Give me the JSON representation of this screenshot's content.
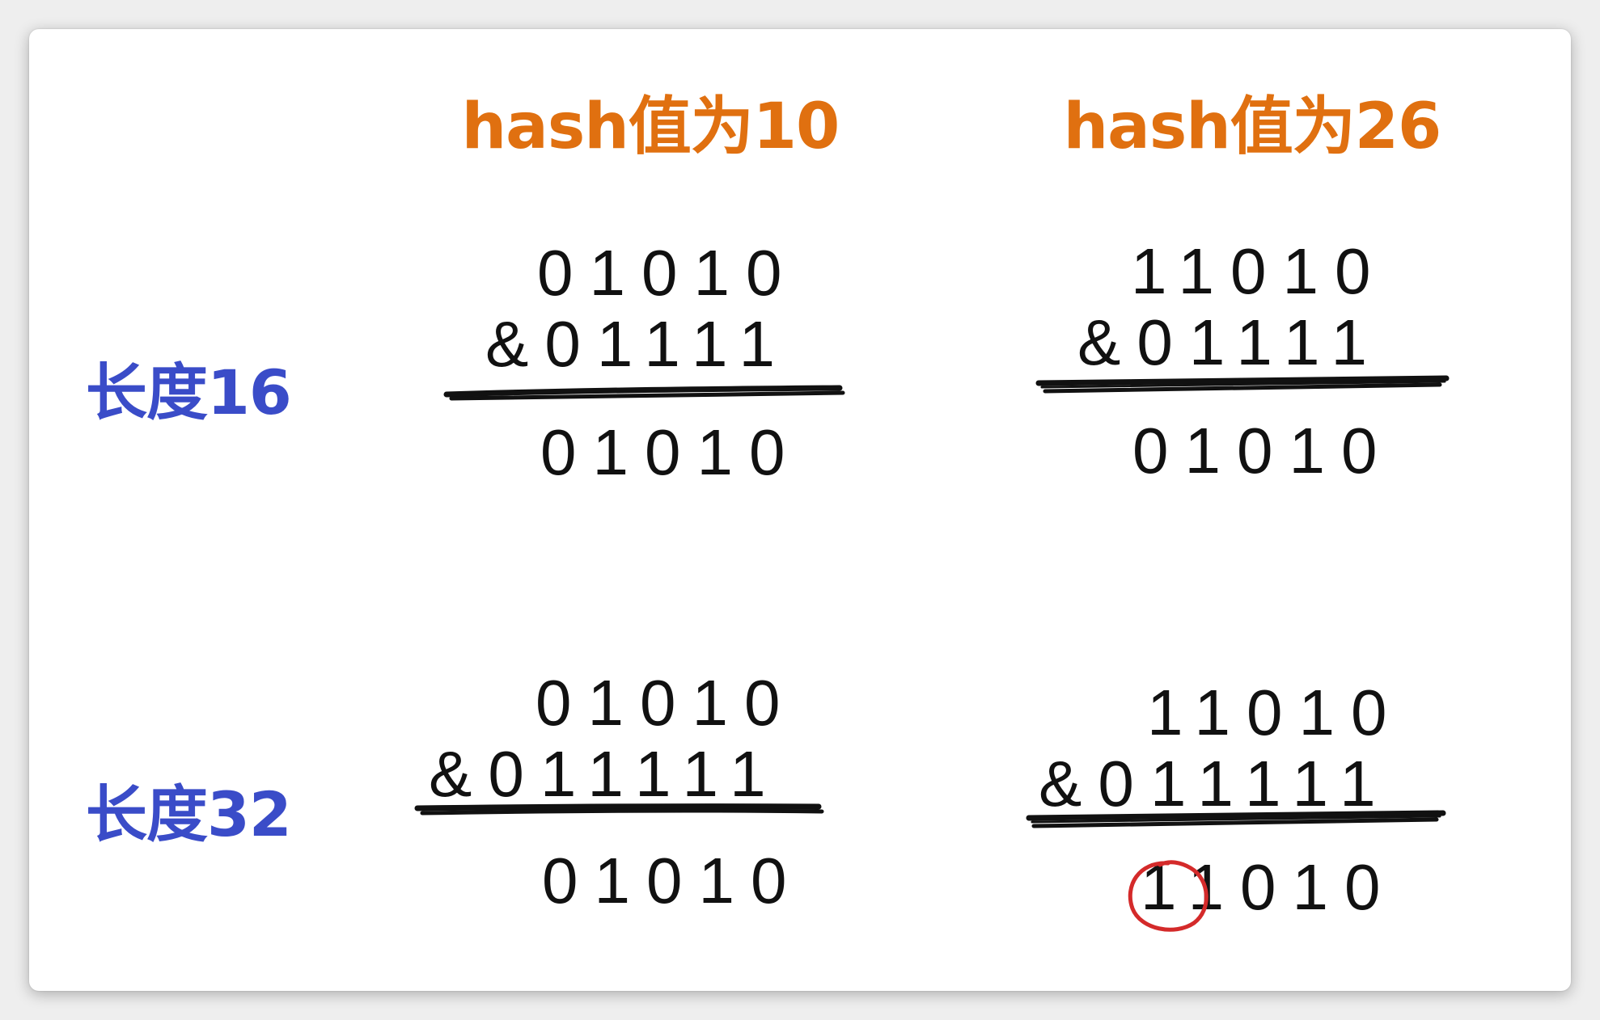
{
  "columns": [
    {
      "header": "hash值为10"
    },
    {
      "header": "hash值为26"
    }
  ],
  "rows": [
    {
      "label": "长度16"
    },
    {
      "label": "长度32"
    }
  ],
  "blocks": {
    "r16c10": {
      "a": "01010",
      "b": "&01111",
      "result": "01010"
    },
    "r16c26": {
      "a": "11010",
      "b": "&01111",
      "result": "01010"
    },
    "r32c10": {
      "a": "01010",
      "b": "&011111",
      "result": "01010"
    },
    "r32c26": {
      "a": "11010",
      "b": "&011111",
      "result_highlight": "1",
      "result_rest": "1010"
    }
  },
  "colors": {
    "header": "#e07010",
    "row_label": "#3a4cc8",
    "highlight_circle": "#d42a2a"
  }
}
